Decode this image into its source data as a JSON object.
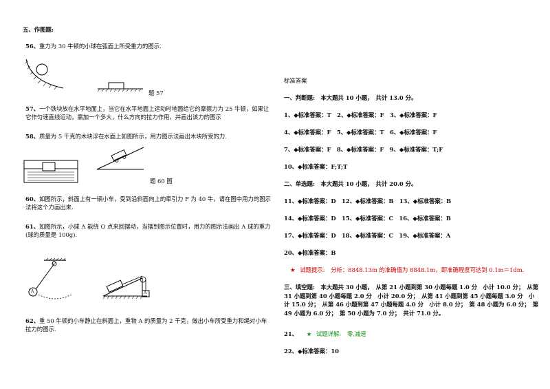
{
  "left": {
    "section_title": "五、作图题:",
    "q56": {
      "num": "56、",
      "text": "重力为 30 牛顿的小球在弧面上所受重力的图示."
    },
    "fig57_label": "题 57",
    "q57": {
      "num": "57、",
      "text": "一个铁块放在水平地面上，当它在水平地面上运动时地面给它的摩擦力为 25 牛顿，如果让它作匀速直线运动，需加一个多大，什么方向的拉力作用，并画出该力的图示"
    },
    "q58": {
      "num": "58、",
      "text": "质量为 5 千克的木块浮在水面上如图所示，用力图示法画出木块所受的力."
    },
    "fig60_label": "题 60 图",
    "q60": {
      "num": "60、",
      "text": "如图所示，斜面上有一辆小车，受到沿斜面向上的牵引力 F 为 40 牛，请在图中用力的图示法将这个力画出来."
    },
    "q61": {
      "num": "61、",
      "text": "如图所示，小球 A 能绕 O 点来回摆动，当摆到图示位置时，用力的图示法画出 A 球的重力(球的质量是 100g)."
    },
    "q62": {
      "num": "62、",
      "text": "重 50 牛顿的小车静止在斜面上，重物 A 的质量为 2 千克，做出小车所受重力和绳对小车拉力的图示."
    },
    "fig_labels": {
      "o": "O",
      "a1": "A",
      "a2": "A"
    }
  },
  "right": {
    "heading": "标准答案",
    "part1_title": "一、判断题:　本大题共 10 小题，　共计 13.0 分。",
    "part1_rows": [
      "1、◆标准答案：T　2、◆标准答案：F　3、◆标准答案：F",
      "4、◆标准答案：F　5、◆标准答案：T　6、◆标准答案：F",
      "7、◆标准答案：F　8、◆标准答案：F　9、◆标准答案：T;F",
      "10、◆标准答案：F;T;T"
    ],
    "part2_title": "二、单选题:　本大题共 10 小题，　共计 20.0 分。",
    "part2_rows": [
      "11、◆标准答案：D　12、◆标准答案：B　13、◆标准答案：B",
      "14、◆标准答案：D　15、◆标准答案：C　16、◆标准答案：B",
      "17、◆标准答案：D　18、◆标准答案：C　19、◆标准答案：A",
      "20、◆标准答案：B"
    ],
    "hint1": {
      "star": "★",
      "label": "试题提示:",
      "text": "分析：8848.13m 的准确值为 8848.1m，即准确程度可达到 0.1m＝1dm."
    },
    "part3_title": "三、填空题:　本大题共 30 小题，　从第 21 小题到第 30 小题每题 1.0 分　小计 10.0 分；　从第 31 小题到第 40 小题每题 2.0 分　小计 20.0 分；　从第 41 小题到第 45 小题每题 3.0 分　小计 15.0 分；　从第 46 小题到第 47 小题每题 4.0 分　小计 8.0 分；　第 48 小题为 6.0 分；　第 49 小题为 6.0 分；　第 50 小题为 7.0 分；　共计 71.0 分。",
    "q21": {
      "num": "21、",
      "star": "★",
      "label": "试题详解:",
      "text": "零,减速"
    },
    "q22": "22、◆标准答案：10"
  }
}
